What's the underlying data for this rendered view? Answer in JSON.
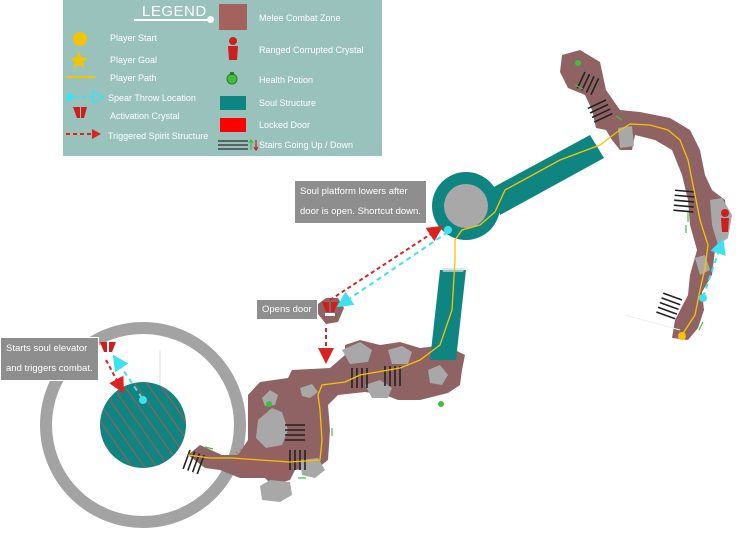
{
  "legend": {
    "title": "LEGEND",
    "items": [
      {
        "label": "Player Start",
        "icon": "player-start-circle",
        "color": "#f5c400"
      },
      {
        "label": "Player Goal",
        "icon": "player-goal-star",
        "color": "#f5c400"
      },
      {
        "label": "Player Path",
        "icon": "player-path-line",
        "color": "#f5c400"
      },
      {
        "label": "Spear Throw Location",
        "icon": "spear-throw-arrow",
        "color": "#3fe0ef"
      },
      {
        "label": "Activation Crystal",
        "icon": "activation-crystal",
        "color": "#cc1f1f"
      },
      {
        "label": "Triggered Spirit Structure",
        "icon": "triggered-arrow",
        "color": "#dd2222"
      },
      {
        "label": "Melee Combat Zone",
        "icon": "melee-zone-hatch",
        "color": "#a0645f"
      },
      {
        "label": "Ranged Corrupted Crystal",
        "icon": "ranged-crystal",
        "color": "#cc1f1f"
      },
      {
        "label": "Health Potion",
        "icon": "health-potion",
        "color": "#3fbf3f"
      },
      {
        "label": "Soul Structure",
        "icon": "soul-structure-block",
        "color": "#0f8582"
      },
      {
        "label": "Locked Door",
        "icon": "locked-door-block",
        "color": "#ff0000"
      },
      {
        "label": "Stairs Going Up / Down",
        "icon": "stairs-icon",
        "color": "#444444"
      }
    ]
  },
  "callouts": {
    "soul_platform": [
      "Soul platform lowers after",
      "door is open. Shortcut down."
    ],
    "opens_door": "Opens door",
    "elevator": [
      "Starts soul elevator",
      "and triggers combat."
    ]
  },
  "colors": {
    "floor": "#8f6363",
    "floor_dark": "#7d5555",
    "rock": "#a8a8a8",
    "soul": "#0f8582",
    "ring": "#a3a3a3",
    "path": "#f5c400",
    "spear": "#3fe0ef",
    "trigger": "#dd2222",
    "hatch": "#d04a4a",
    "potion": "#3fbf3f",
    "stairs": "#222222"
  }
}
